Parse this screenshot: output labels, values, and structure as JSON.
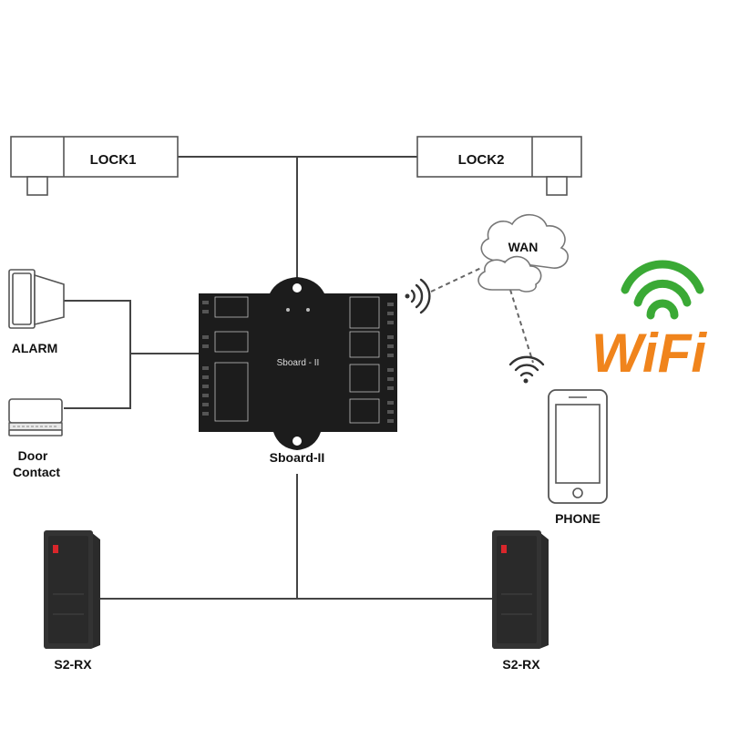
{
  "labels": {
    "lock1": "LOCK1",
    "lock2": "LOCK2",
    "alarm": "ALARM",
    "door_line1": "Door",
    "door_line2": "Contact",
    "controller_face": "Sboard - II",
    "controller_caption": "Sboard-II",
    "wan": "WAN",
    "phone": "PHONE",
    "reader_left": "S2-RX",
    "reader_right": "S2-RX",
    "wifi_logo": "WiFi"
  },
  "colors": {
    "wire": "#444444",
    "device_outline": "#555555",
    "controller_body": "#1c1c1c",
    "reader_body": "#2b2b2b",
    "reader_led": "#d9262b",
    "wifi_arcs": "#3aa935",
    "wifi_text": "#f0841c",
    "wifi_i": "#2b4fa0"
  },
  "icons": {
    "lock": "electric-lock-icon",
    "alarm": "alarm-siren-icon",
    "door": "door-contact-icon",
    "cloud": "cloud-icon",
    "phone": "smartphone-icon",
    "reader": "card-reader-icon",
    "wifi": "wifi-logo-icon"
  }
}
